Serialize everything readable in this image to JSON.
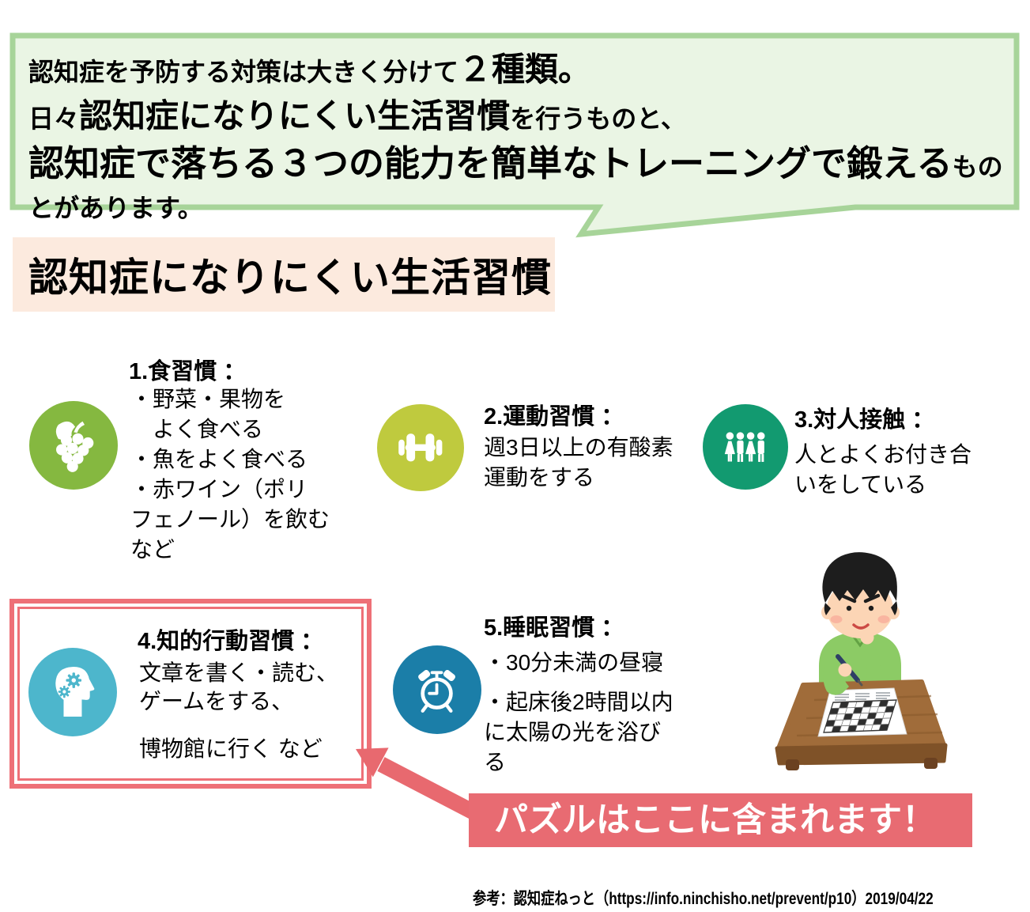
{
  "speech_bubble": {
    "line1_normal": "認知症を予防する対策は大きく分けて",
    "line1_large": "２種類。",
    "line2_small": "日々",
    "line2_large": "認知症になりにくい生活習慣",
    "line2_normal": "を行うものと、",
    "line3_large": "認知症で落ちる３つの能力を簡単なトレーニングで鍛える",
    "line3_small": "もの",
    "line4": "とがあります。"
  },
  "section_title": "認知症になりにくい生活習慣",
  "items": [
    {
      "heading": "1.食習慣 ：",
      "body": "・野菜・果物を\n　よく食べる\n・魚をよく食べる\n・赤ワイン（ポリ\nフェノール）を飲む\nなど",
      "icon": "grapes-icon",
      "circle_color": "#85b840"
    },
    {
      "heading": "2.運動習慣 ：",
      "body": "週3日以上の有酸素\n運動をする",
      "icon": "dumbbell-icon",
      "circle_color": "#bfca3e"
    },
    {
      "heading": "3.対人接触 ：",
      "body": "人とよくお付き合\nいをしている",
      "icon": "people-icon",
      "circle_color": "#129a70"
    },
    {
      "heading": "4.知的行動習慣 ：",
      "body": "文章を書く・読む、\nゲームをする、",
      "body2": "博物館に行く など",
      "icon": "head-gears-icon",
      "circle_color": "#4db6cc",
      "highlighted": true
    },
    {
      "heading": "5.睡眠習慣 ：",
      "body": "・30分未満の昼寝",
      "body2": "・起床後2時間以内\nに太陽の光を浴び\nる",
      "icon": "alarm-clock-icon",
      "circle_color": "#1b7ea8"
    }
  ],
  "callout": {
    "label": "パズルはここに含まれます！",
    "bg": "#e86b72"
  },
  "reference": "参考：認知症ねっと（https://info.ninchisho.net/prevent/p10）2019/04/22",
  "illustration": "boy-solving-crossword-puzzle",
  "colors": {
    "bubble_fill": "#eaf5e4",
    "bubble_border": "#a7d499",
    "title_bg": "#fceade",
    "highlight_red": "#ee7077",
    "arrow_red": "#e8696f"
  }
}
